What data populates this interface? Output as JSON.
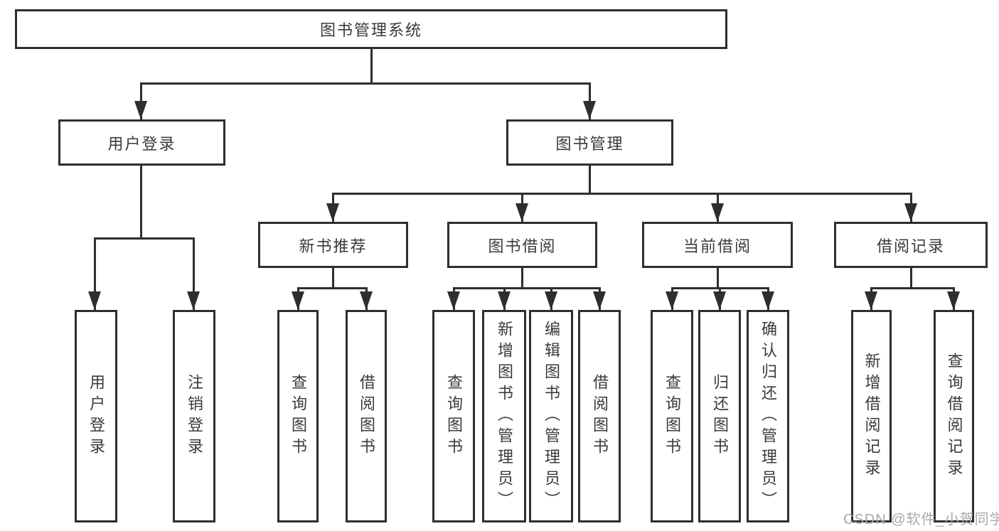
{
  "tree": {
    "label": "图书管理系统",
    "children": [
      {
        "label": "用户登录",
        "children": [
          {
            "label": "用户登录"
          },
          {
            "label": "注销登录"
          }
        ]
      },
      {
        "label": "图书管理",
        "children": [
          {
            "label": "新书推荐",
            "children": [
              {
                "label": "查询图书"
              },
              {
                "label": "借阅图书"
              }
            ]
          },
          {
            "label": "图书借阅",
            "children": [
              {
                "label": "查询图书"
              },
              {
                "label": "新增图书（管理员）"
              },
              {
                "label": "编辑图书（管理员）"
              },
              {
                "label": "借阅图书"
              }
            ]
          },
          {
            "label": "当前借阅",
            "children": [
              {
                "label": "查询图书"
              },
              {
                "label": "归还图书"
              },
              {
                "label": "确认归还（管理员）"
              }
            ]
          },
          {
            "label": "借阅记录",
            "children": [
              {
                "label": "新增借阅记录"
              },
              {
                "label": "查询借阅记录"
              }
            ]
          }
        ]
      }
    ]
  },
  "watermark": {
    "text": "CSDN @软件_小贺同学"
  },
  "colors": {
    "line": "#2e2e2e",
    "text": "#3a3a3a",
    "background": "#ffffff",
    "watermark": "#a8a8a8"
  }
}
